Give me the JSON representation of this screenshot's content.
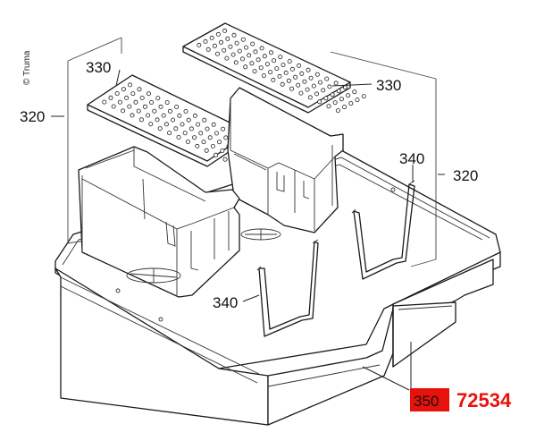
{
  "copyright": "© Truma",
  "labels": {
    "left_frame": "320",
    "right_frame": "320",
    "plate_left": "330",
    "plate_right": "330",
    "bracket_front": "340",
    "bracket_back": "340",
    "trim_strip": "350"
  },
  "article_number": "72534",
  "colors": {
    "highlight": "#e8120c",
    "article_text": "#e8120c",
    "line": "#1a1a1a"
  }
}
